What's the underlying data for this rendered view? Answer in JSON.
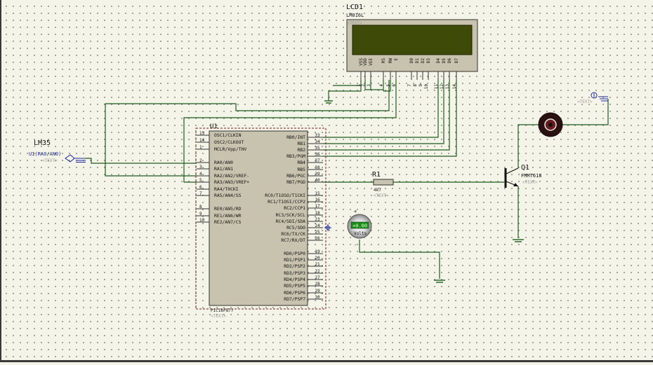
{
  "lcd": {
    "name": "LCD1",
    "model": "LM016L",
    "text": "<TEXT>",
    "pins": [
      "VSS",
      "VDD",
      "VEE",
      "RS",
      "RW",
      "E",
      "D0",
      "D1",
      "D2",
      "D3",
      "D4",
      "D5",
      "D6",
      "D7"
    ],
    "pin_numbers": [
      "1",
      "2",
      "3",
      "4",
      "5",
      "6",
      "7",
      "8",
      "9",
      "10",
      "11",
      "12",
      "13",
      "14"
    ],
    "screen_color": "#3d4a08"
  },
  "mcu": {
    "name": "U1",
    "part": "PIC16F877",
    "text": "<TEXT>",
    "left_pins": [
      [
        "13",
        "OSC1/CLKIN"
      ],
      [
        "14",
        "OSC2/CLKOUT"
      ],
      [
        "1",
        "MCLR/Vpp/THV"
      ],
      [
        "2",
        "RA0/AN0"
      ],
      [
        "3",
        "RA1/AN1"
      ],
      [
        "4",
        "RA2/AN2/VREF-"
      ],
      [
        "5",
        "RA3/AN3/VREF+"
      ],
      [
        "6",
        "RA4/T0CKI"
      ],
      [
        "7",
        "RA5/AN4/SS"
      ],
      [
        "8",
        "RE0/AN5/RD"
      ],
      [
        "9",
        "RE1/AN6/WR"
      ],
      [
        "10",
        "RE2/AN7/CS"
      ]
    ],
    "right_pins": [
      [
        "33",
        "RB0/INT"
      ],
      [
        "34",
        "RB1"
      ],
      [
        "35",
        "RB2"
      ],
      [
        "36",
        "RB3/PGM"
      ],
      [
        "37",
        "RB4"
      ],
      [
        "38",
        "RB5"
      ],
      [
        "39",
        "RB6/PGC"
      ],
      [
        "40",
        "RB7/PGD"
      ],
      [
        "15",
        "RC0/T1OSO/T1CKI"
      ],
      [
        "16",
        "RC1/T1OSI/CCP2"
      ],
      [
        "17",
        "RC2/CCP1"
      ],
      [
        "18",
        "RC3/SCK/SCL"
      ],
      [
        "23",
        "RC4/SDI/SDA"
      ],
      [
        "24",
        "RC5/SDO"
      ],
      [
        "25",
        "RC6/TX/CK"
      ],
      [
        "26",
        "RC7/RX/DT"
      ],
      [
        "19",
        "RD0/PSP0"
      ],
      [
        "20",
        "RD1/PSP1"
      ],
      [
        "21",
        "RD2/PSP2"
      ],
      [
        "22",
        "RD3/PSP3"
      ],
      [
        "27",
        "RD4/PSP4"
      ],
      [
        "28",
        "RD5/PSP5"
      ],
      [
        "29",
        "RD6/PSP6"
      ],
      [
        "30",
        "RD7/PSP7"
      ]
    ]
  },
  "sensor": {
    "name": "LM35",
    "terminal": "U1(RA0/AN0)",
    "text": "<TEXT>"
  },
  "resistor": {
    "name": "R1",
    "value": "4k7",
    "text": "<TEXT>"
  },
  "transistor": {
    "name": "Q1",
    "part": "FMMT618",
    "text": "<TEXT>"
  },
  "voltmeter": {
    "display": "+0.00",
    "unit": "Volts",
    "plus": "+",
    "minus": "-"
  },
  "motor": {
    "text": "<TEXT>"
  },
  "colors": {
    "wire": "#1f5c1f",
    "body": "#c7c3ae",
    "outline": "#7a1a1a",
    "text": "#111111",
    "label": "#1a1a60",
    "ghost": "#9a9a9a",
    "terminal": "#1e2a9e"
  }
}
